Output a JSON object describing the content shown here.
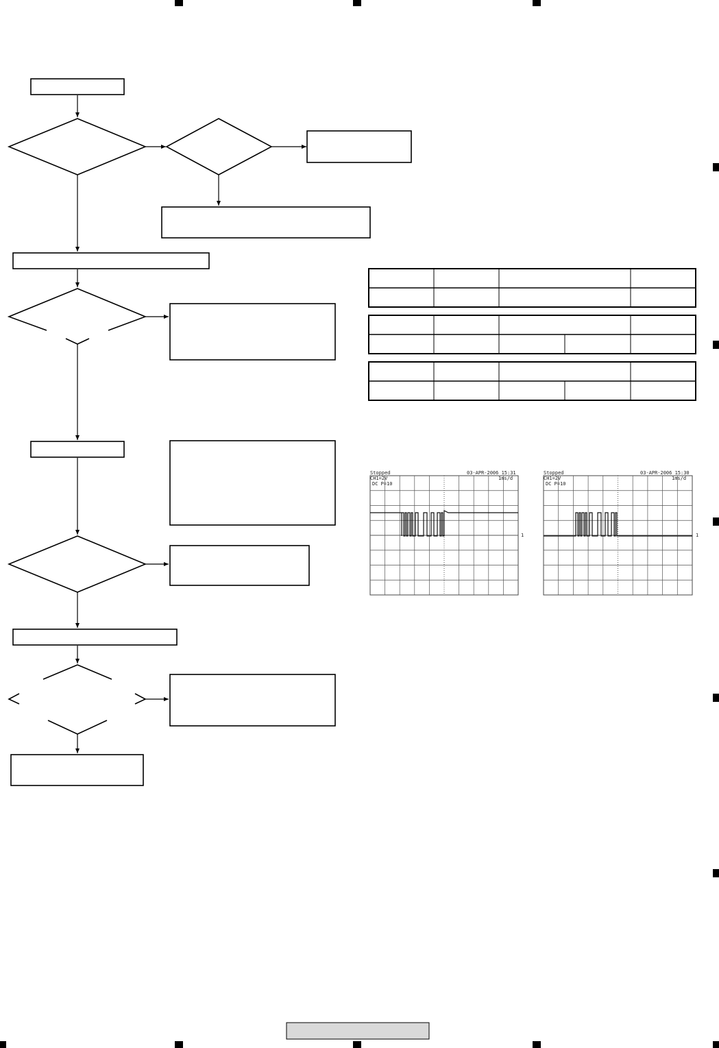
{
  "page": {
    "background": "#ffffff",
    "line_color": "#000000",
    "grid_color": "#555555",
    "trace_color": "#111111",
    "footer_fill": "#d9d9d9"
  },
  "flowchart": {
    "note": "Troubleshooting flowchart; all boxes and diamonds appear without legible text in the screenshot.",
    "process_boxes": [
      {
        "id": "start",
        "text": ""
      },
      {
        "id": "result-top-right",
        "text": ""
      },
      {
        "id": "result-middle",
        "text": ""
      },
      {
        "id": "check-wide",
        "text": ""
      },
      {
        "id": "action-1",
        "text": ""
      },
      {
        "id": "step-2",
        "text": ""
      },
      {
        "id": "info-tall",
        "text": ""
      },
      {
        "id": "action-2",
        "text": ""
      },
      {
        "id": "check-wide-2",
        "text": ""
      },
      {
        "id": "action-3",
        "text": ""
      },
      {
        "id": "end",
        "text": ""
      }
    ],
    "decisions": [
      {
        "id": "decision-1",
        "text": ""
      },
      {
        "id": "decision-2",
        "text": ""
      },
      {
        "id": "decision-3",
        "text": ""
      },
      {
        "id": "decision-4",
        "text": ""
      },
      {
        "id": "decision-5",
        "text": ""
      }
    ]
  },
  "tables": [
    {
      "id": "table-1",
      "rows": [
        [
          "",
          "",
          "",
          ""
        ],
        [
          "",
          "",
          "",
          ""
        ]
      ]
    },
    {
      "id": "table-2",
      "rows": [
        [
          "",
          "",
          "",
          ""
        ],
        [
          "",
          "",
          "",
          "",
          ""
        ]
      ]
    },
    {
      "id": "table-3",
      "rows": [
        [
          "",
          "",
          "",
          ""
        ],
        [
          "",
          "",
          "",
          "",
          ""
        ]
      ]
    }
  ],
  "waveforms": [
    {
      "id": "scope-1",
      "status": "Stopped",
      "timestamp": "03-APR-2006 15:31",
      "channel": "CH1=2V",
      "coupling": "DC P=10",
      "timebase": "1ms/d",
      "marker": "1"
    },
    {
      "id": "scope-2",
      "status": "Stopped",
      "timestamp": "03-APR-2006 15:30",
      "channel": "CH1=2V",
      "coupling": "DC P=10",
      "timebase": "1ms/d",
      "marker": "1"
    }
  ],
  "footer": {
    "page_label": ""
  }
}
